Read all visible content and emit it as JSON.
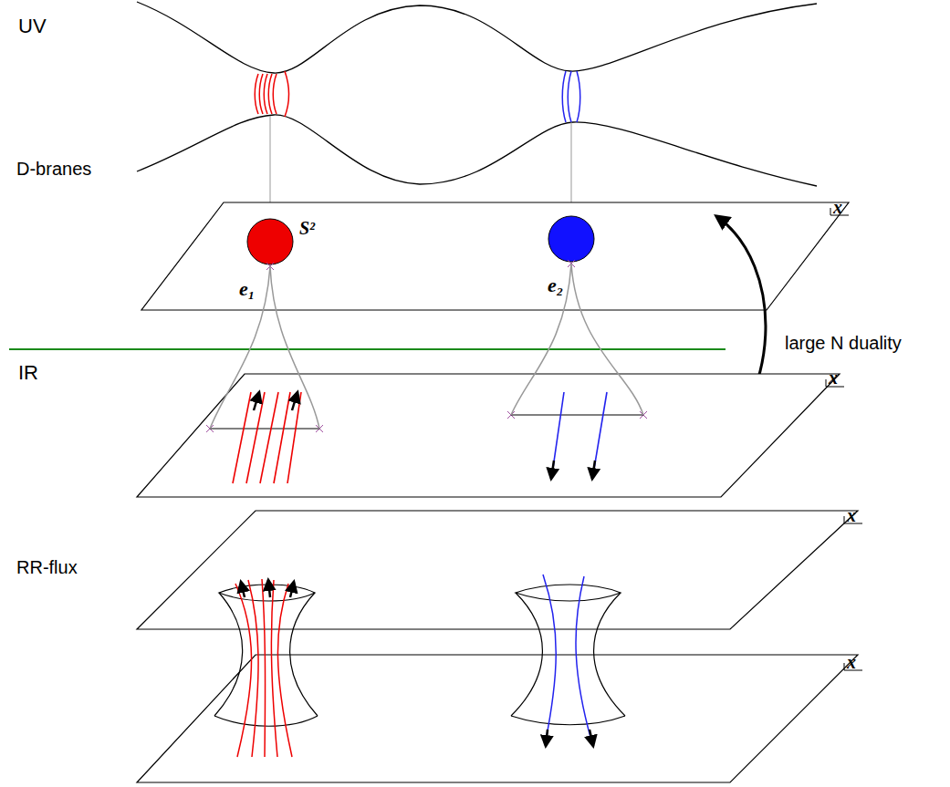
{
  "diagram": {
    "labels": [
      "UV",
      "D-branes",
      "S²",
      "e₁",
      "e₂",
      "x",
      "large N duality",
      "IR",
      "x",
      "RR-flux",
      "x",
      "x"
    ]
  }
}
